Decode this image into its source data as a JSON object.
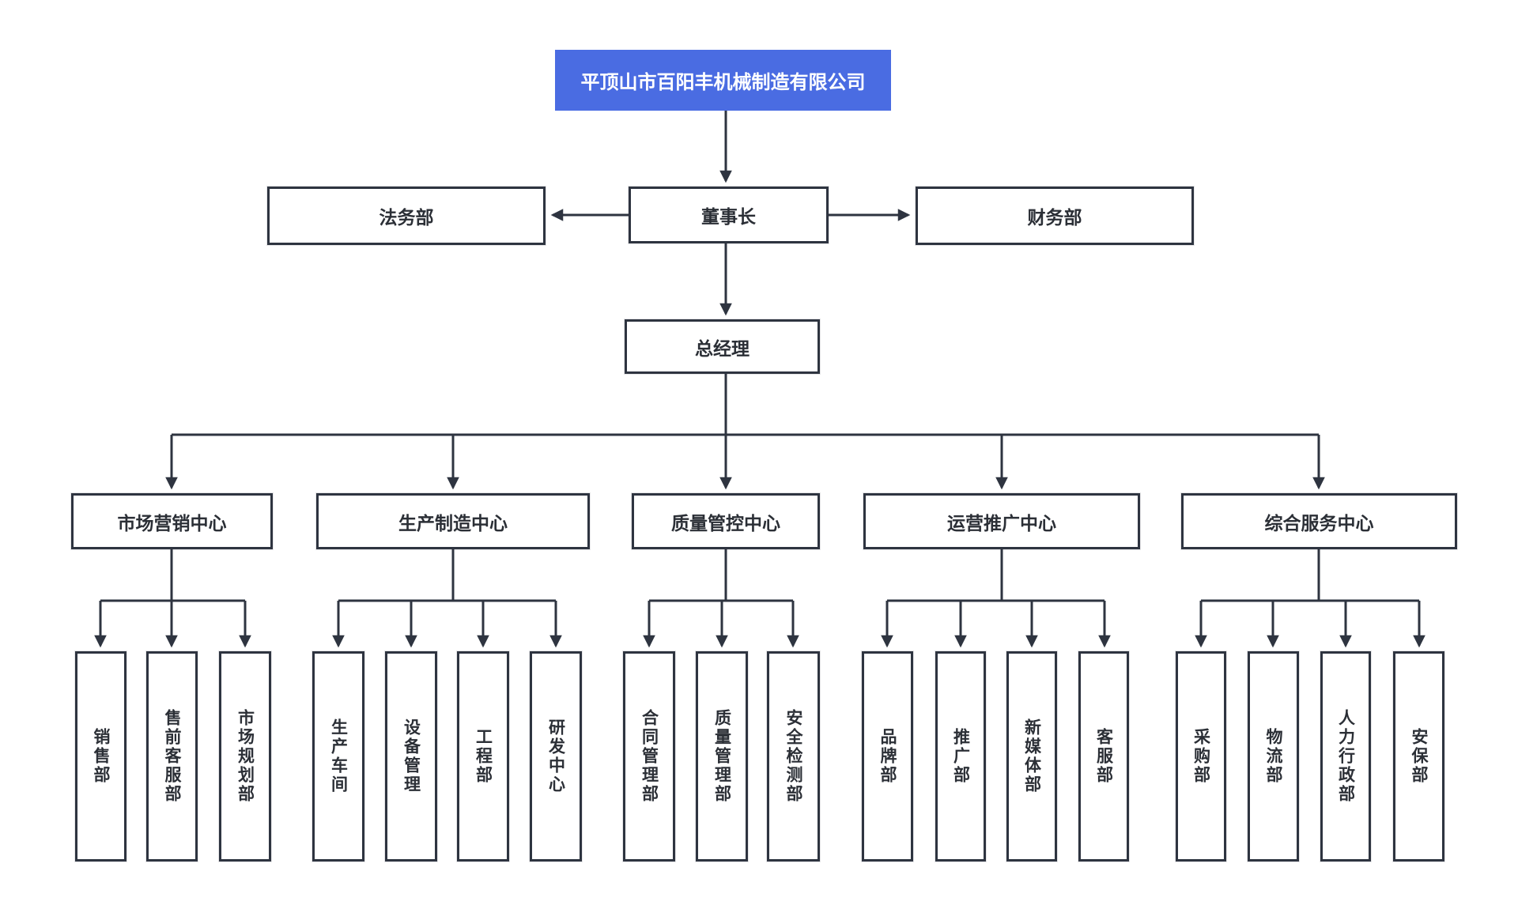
{
  "company": {
    "label": "平顶山市百阳丰机械制造有限公司"
  },
  "executive": {
    "chairman": "董事长",
    "legal_dept": "法务部",
    "finance_dept": "财务部",
    "general_manager": "总经理"
  },
  "centers": [
    {
      "label": "市场营销中心",
      "departments": [
        "销售部",
        "售前客服部",
        "市场规划部"
      ]
    },
    {
      "label": "生产制造中心",
      "departments": [
        "生产车间",
        "设备管理",
        "工程部",
        "研发中心"
      ]
    },
    {
      "label": "质量管控中心",
      "departments": [
        "合同管理部",
        "质量管理部",
        "安全检测部"
      ]
    },
    {
      "label": "运营推广中心",
      "departments": [
        "品牌部",
        "推广部",
        "新媒体部",
        "客服部"
      ]
    },
    {
      "label": "综合服务中心",
      "departments": [
        "采购部",
        "物流部",
        "人力行政部",
        "安保部"
      ]
    }
  ],
  "colors": {
    "accent_blue": "#4a6ce2",
    "line_dark": "#2e3440",
    "text_dark": "#2b2f36",
    "background": "#ffffff"
  }
}
